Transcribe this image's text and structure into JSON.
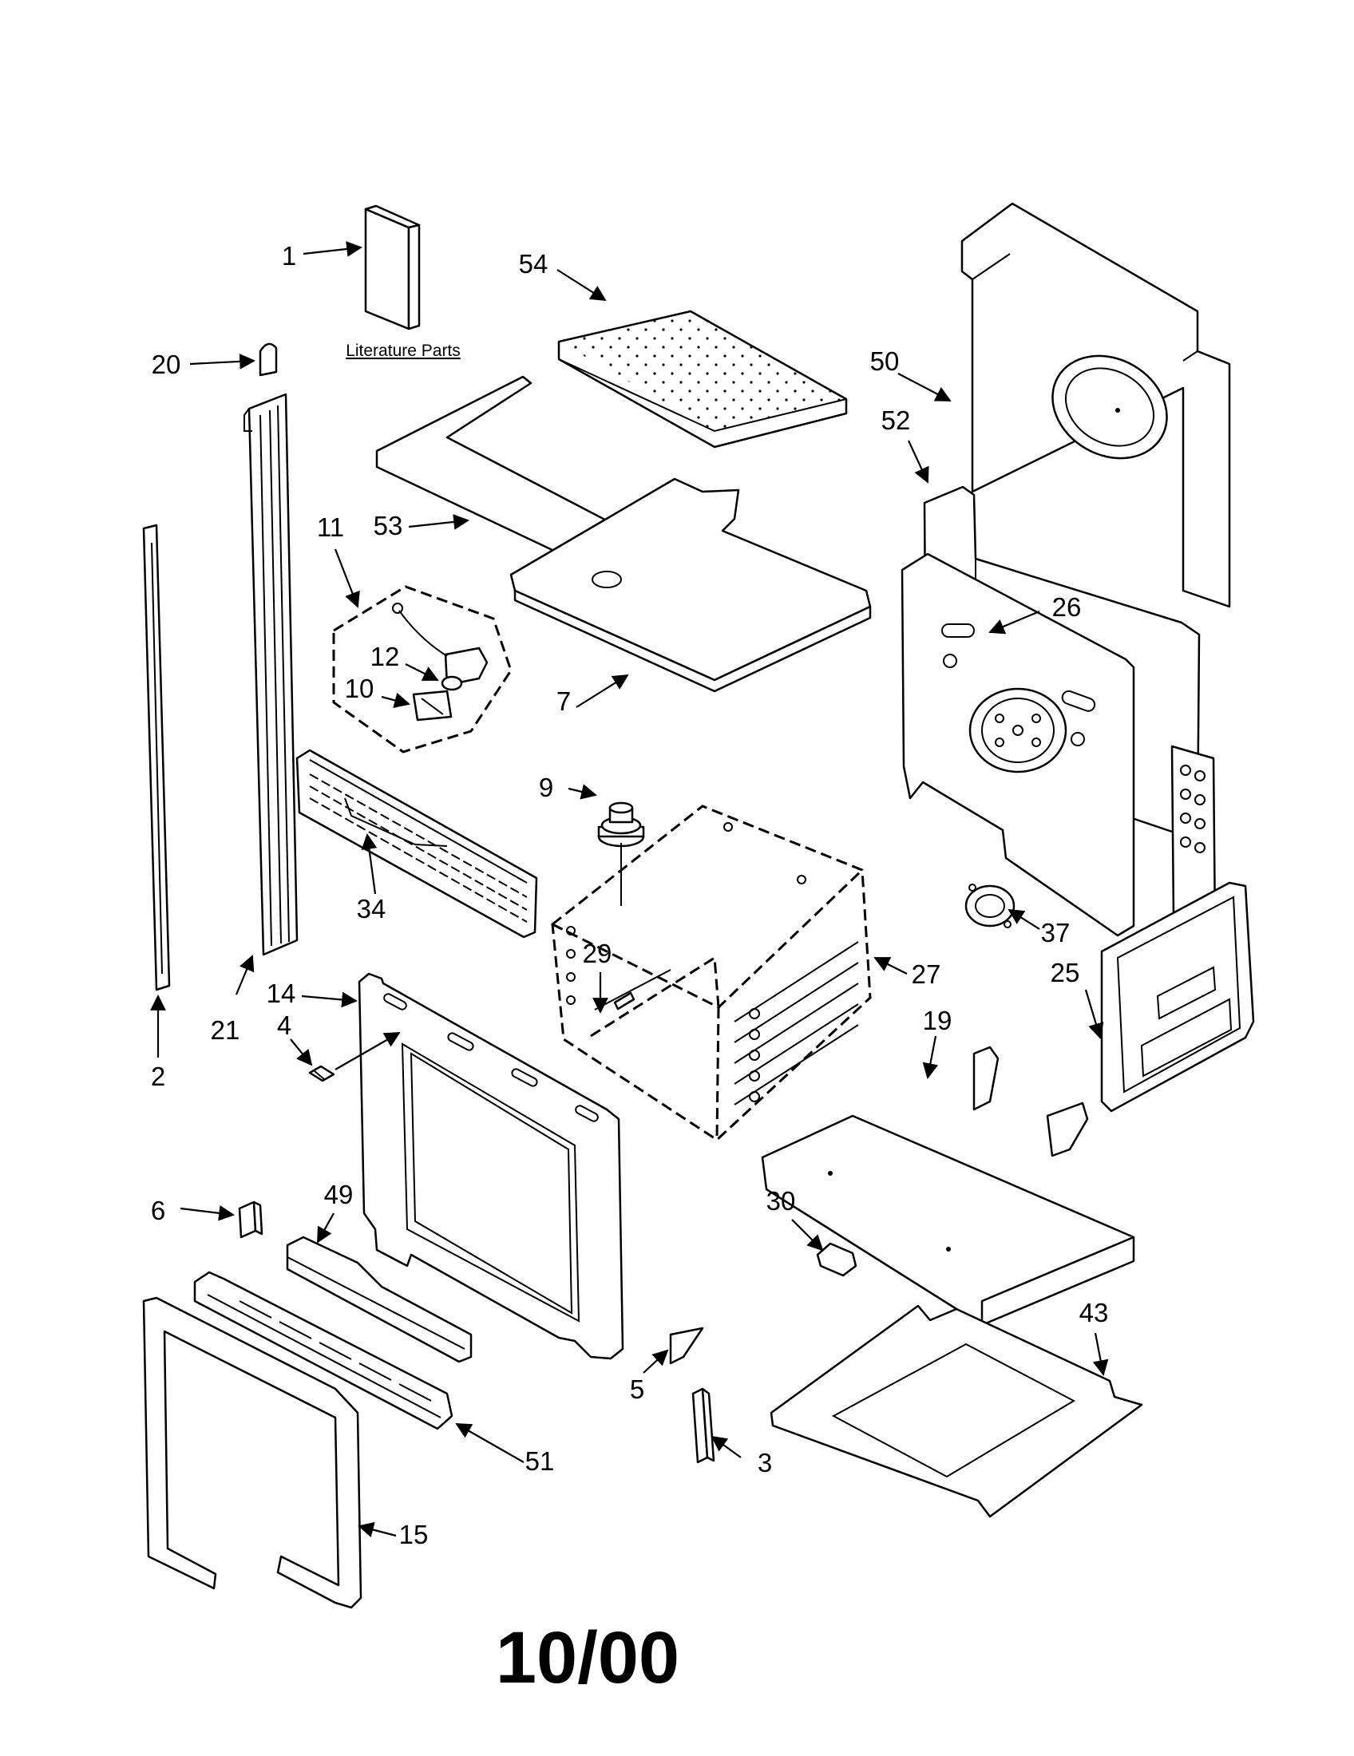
{
  "diagram": {
    "literature_label": "Literature Parts",
    "date_code": "10/00",
    "callouts": {
      "p1": "1",
      "p2": "2",
      "p3": "3",
      "p4": "4",
      "p5": "5",
      "p6": "6",
      "p7": "7",
      "p9": "9",
      "p10": "10",
      "p11": "11",
      "p12": "12",
      "p14": "14",
      "p15": "15",
      "p19": "19",
      "p20": "20",
      "p21": "21",
      "p25": "25",
      "p26": "26",
      "p27": "27",
      "p29": "29",
      "p30": "30",
      "p34": "34",
      "p37": "37",
      "p43": "43",
      "p49": "49",
      "p50": "50",
      "p51": "51",
      "p52": "52",
      "p53": "53",
      "p54": "54"
    }
  }
}
